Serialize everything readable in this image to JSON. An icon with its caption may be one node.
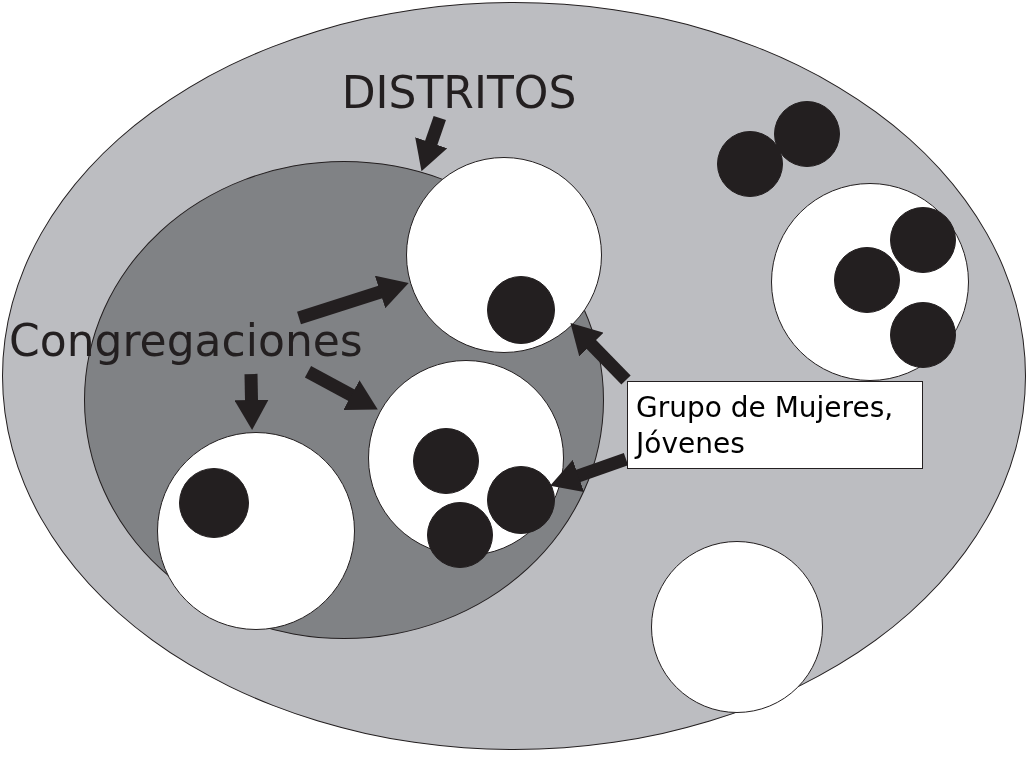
{
  "diagram": {
    "nodes": [
      {
        "text": [],
        "shape": "ellipse"
      },
      {
        "text": [
          "DISTRITOS"
        ],
        "in": 0
      },
      {
        "text": [],
        "shape": "ellipse",
        "in": 0
      },
      {
        "text": [
          "Congregaciones"
        ],
        "in": 0
      },
      {
        "text": [],
        "shape": "circle",
        "in": 2
      },
      {
        "text": [],
        "shape": "circle",
        "in": 4
      },
      {
        "text": [],
        "shape": "circle",
        "in": 2
      },
      {
        "text": [],
        "shape": "circle",
        "in": 6
      },
      {
        "text": [],
        "shape": "circle",
        "in": 6
      },
      {
        "text": [],
        "shape": "circle",
        "in": 2
      },
      {
        "text": [],
        "shape": "circle",
        "in": 2
      },
      {
        "text": [],
        "shape": "circle",
        "in": 10
      },
      {
        "text": [
          "Grupo de Mujeres, Jóvenes"
        ],
        "in": 0
      },
      {
        "text": [],
        "shape": "circle",
        "in": 0
      },
      {
        "text": [],
        "shape": "circle",
        "in": 0
      },
      {
        "text": [],
        "shape": "circle",
        "in": 0
      },
      {
        "text": [],
        "shape": "circle",
        "in": 15
      },
      {
        "text": [],
        "shape": "circle",
        "in": 15
      },
      {
        "text": [],
        "shape": "circle",
        "in": 15
      },
      {
        "text": [],
        "shape": "circle",
        "in": 0
      }
    ],
    "edges": [
      {
        "from": 1,
        "to": 2,
        "arrow": "to"
      },
      {
        "from": 3,
        "to": 4,
        "arrow": "to"
      },
      {
        "from": 3,
        "to": 6,
        "arrow": "to"
      },
      {
        "from": 3,
        "to": 10,
        "arrow": "to"
      },
      {
        "from": 12,
        "to": 4,
        "arrow": "to"
      },
      {
        "from": 12,
        "to": 8,
        "arrow": "to"
      }
    ]
  }
}
